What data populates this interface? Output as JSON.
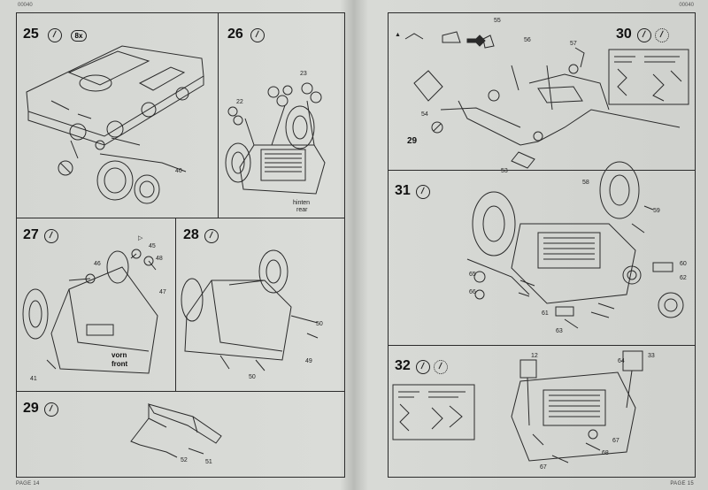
{
  "document": {
    "left_page": {
      "code": "00040",
      "footer": "PAGE 14"
    },
    "right_page": {
      "code": "00040",
      "footer": "PAGE 15"
    }
  },
  "steps": {
    "s25": {
      "number": "25",
      "badge": "8x",
      "parts": [
        "40"
      ]
    },
    "s26": {
      "number": "26",
      "parts": [
        "22",
        "23"
      ],
      "caption_de": "hinten",
      "caption_en": "rear"
    },
    "s27": {
      "number": "27",
      "parts": [
        "46",
        "45",
        "48",
        "47",
        "41"
      ],
      "caption_de": "vorn",
      "caption_en": "front"
    },
    "s28": {
      "number": "28",
      "parts": [
        "50",
        "49",
        "50"
      ]
    },
    "s29": {
      "number": "29",
      "parts": [
        "52",
        "51"
      ]
    },
    "s30": {
      "number": "30",
      "parts": [
        "55",
        "56",
        "57",
        "54",
        "29",
        "53"
      ]
    },
    "s31": {
      "number": "31",
      "parts": [
        "58",
        "59",
        "60",
        "61",
        "62",
        "63",
        "65",
        "66"
      ]
    },
    "s32": {
      "number": "32",
      "parts": [
        "12",
        "64",
        "33",
        "67",
        "68",
        "67"
      ]
    }
  },
  "icons": [
    "glue-icon",
    "decal-icon",
    "prohibited-icon",
    "question-icon",
    "paint-icon"
  ]
}
